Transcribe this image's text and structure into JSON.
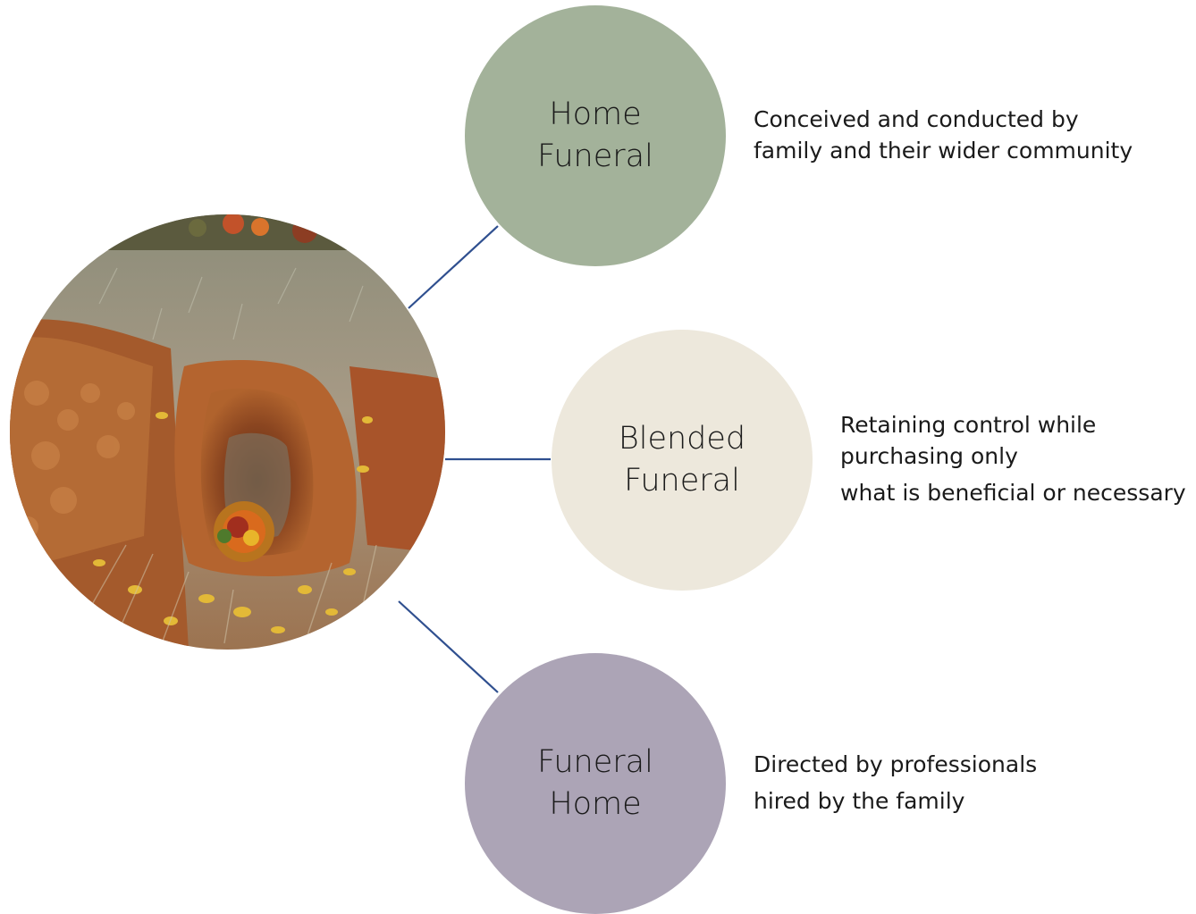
{
  "colors": {
    "home_funeral": "#a3b29a",
    "blended_funeral": "#ede8dc",
    "funeral_home": "#aca4b6",
    "connector": "#2f4f8f"
  },
  "photo": {
    "icon": "open-grave-photo"
  },
  "nodes": [
    {
      "label_line1": "Home",
      "label_line2": "Funeral",
      "description": [
        "Conceived and conducted by",
        "family and their wider community"
      ]
    },
    {
      "label_line1": "Blended",
      "label_line2": "Funeral",
      "description": [
        "Retaining control while",
        "purchasing only",
        "what is beneficial or necessary"
      ]
    },
    {
      "label_line1": "Funeral",
      "label_line2": "Home",
      "description": [
        "Directed by professionals",
        "hired by the family"
      ]
    }
  ]
}
